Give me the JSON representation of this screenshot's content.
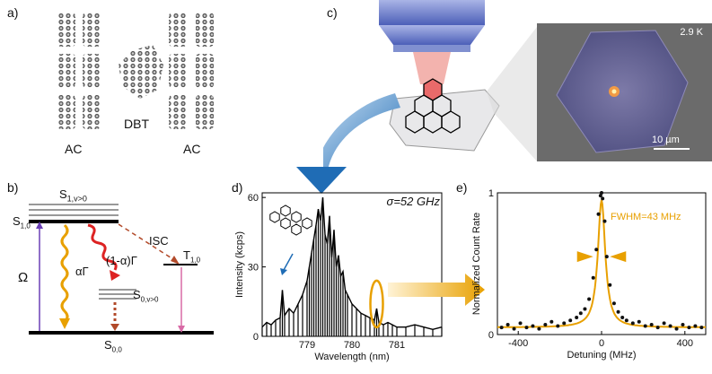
{
  "figure": {
    "panel_a": {
      "label": "a)",
      "molecule_left": "AC",
      "molecule_center": "DBT",
      "molecule_right": "AC"
    },
    "panel_b": {
      "label": "b)",
      "S1_state": "S",
      "S1_sub": "1,0",
      "S1_vib": "S",
      "S1_vib_sub": "1,v>0",
      "S0_vib": "S",
      "S0_vib_sub": "0,v>0",
      "S0_state": "S",
      "S0_sub": "0,0",
      "T_state": "T",
      "T_sub": "1,0",
      "omega": "Ω",
      "alpha_gamma": "αΓ",
      "one_minus_alpha_gamma": "(1-α)Γ",
      "isc": "ISC",
      "colors": {
        "omega": "#6a3fb5",
        "alpha": "#e8a000",
        "nonrad": "#d22",
        "isc": "#b24a2a",
        "triplet": "#d86aa6"
      }
    },
    "panel_c": {
      "label": "c)",
      "temperature": "2.9 K",
      "scale_bar": "10 µm"
    },
    "panel_d": {
      "label": "d)",
      "sigma": "σ=52 GHz",
      "xlabel": "Wavelength (nm)",
      "ylabel": "Intensity (kcps)"
    },
    "panel_e": {
      "label": "e)",
      "fwhm": "FWHM=43 MHz",
      "xlabel": "Detuning (MHz)",
      "ylabel": "Normalized Count Rate"
    }
  },
  "chart_data": [
    {
      "type": "line",
      "panel": "d",
      "xlabel": "Wavelength (nm)",
      "ylabel": "Intensity (kcps)",
      "annotation": "σ=52 GHz",
      "xlim": [
        778.0,
        782.0
      ],
      "ylim": [
        0,
        62
      ],
      "xticks": [
        779,
        780,
        781
      ],
      "yticks": [
        0,
        30,
        60
      ],
      "x": [
        778.0,
        778.1,
        778.2,
        778.3,
        778.4,
        778.45,
        778.5,
        778.6,
        778.7,
        778.8,
        778.9,
        779.0,
        779.05,
        779.1,
        779.15,
        779.2,
        779.25,
        779.3,
        779.35,
        779.4,
        779.45,
        779.5,
        779.55,
        779.6,
        779.65,
        779.7,
        779.75,
        779.8,
        779.85,
        779.9,
        780.0,
        780.1,
        780.2,
        780.3,
        780.4,
        780.5,
        780.55,
        780.6,
        780.7,
        780.8,
        780.9,
        781.0,
        781.2,
        781.4,
        781.6,
        781.8,
        782.0
      ],
      "y": [
        4,
        6,
        5,
        7,
        8,
        20,
        9,
        12,
        10,
        14,
        18,
        24,
        30,
        36,
        42,
        48,
        55,
        50,
        60,
        44,
        40,
        52,
        34,
        46,
        30,
        35,
        26,
        28,
        20,
        18,
        14,
        12,
        10,
        9,
        8,
        7,
        12,
        6,
        5,
        6,
        5,
        4,
        4,
        5,
        4,
        3,
        4
      ]
    },
    {
      "type": "scatter",
      "panel": "e",
      "xlabel": "Detuning (MHz)",
      "ylabel": "Normalized Count Rate",
      "annotation": "FWHM=43 MHz",
      "xlim": [
        -500,
        500
      ],
      "ylim": [
        0,
        1
      ],
      "xticks": [
        -400,
        0,
        400
      ],
      "yticks": [
        0,
        1
      ],
      "fit": {
        "type": "lorentzian",
        "center": 0,
        "fwhm": 43,
        "amplitude": 0.9,
        "offset": 0.05
      },
      "points_x": [
        -480,
        -450,
        -420,
        -390,
        -360,
        -330,
        -300,
        -270,
        -240,
        -210,
        -180,
        -150,
        -120,
        -100,
        -80,
        -60,
        -40,
        -25,
        -15,
        -5,
        0,
        5,
        15,
        25,
        40,
        60,
        80,
        100,
        120,
        150,
        180,
        210,
        240,
        270,
        300,
        330,
        360,
        390,
        420,
        450,
        480
      ],
      "points_y": [
        0.05,
        0.07,
        0.04,
        0.08,
        0.05,
        0.06,
        0.04,
        0.07,
        0.09,
        0.06,
        0.08,
        0.1,
        0.12,
        0.15,
        0.18,
        0.25,
        0.4,
        0.6,
        0.85,
        0.98,
        1.0,
        0.96,
        0.8,
        0.55,
        0.35,
        0.22,
        0.16,
        0.12,
        0.1,
        0.08,
        0.09,
        0.06,
        0.07,
        0.05,
        0.08,
        0.06,
        0.04,
        0.07,
        0.05,
        0.06,
        0.05
      ]
    }
  ]
}
